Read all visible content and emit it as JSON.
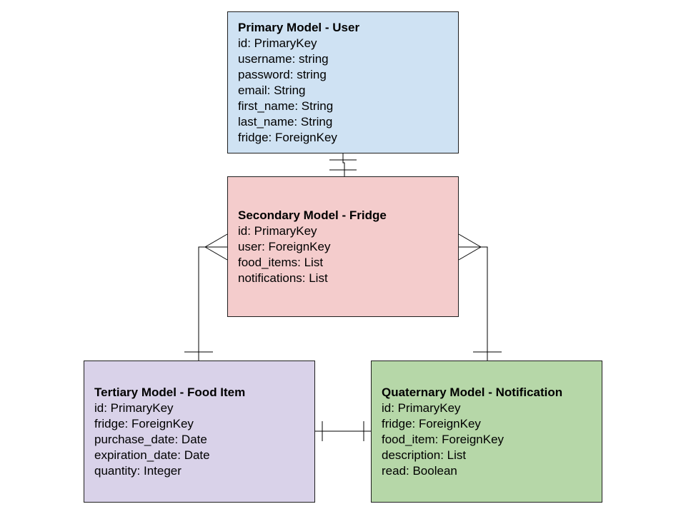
{
  "models": {
    "user": {
      "title": "Primary Model - User",
      "color": "#cfe2f3",
      "fields": [
        "id: PrimaryKey",
        "username: string",
        "password: string",
        "email: String",
        "first_name: String",
        "last_name: String",
        "fridge: ForeignKey"
      ]
    },
    "fridge": {
      "title": "Secondary Model - Fridge",
      "color": "#f4cccc",
      "fields": [
        "id: PrimaryKey",
        "user: ForeignKey",
        "food_items: List",
        "notifications: List"
      ]
    },
    "food_item": {
      "title": "Tertiary Model - Food Item",
      "color": "#d9d2e9",
      "fields": [
        "id: PrimaryKey",
        "fridge: ForeignKey",
        "purchase_date: Date",
        "expiration_date: Date",
        "quantity: Integer"
      ]
    },
    "notification": {
      "title": "Quaternary Model - Notification",
      "color": "#b6d7a8",
      "fields": [
        "id: PrimaryKey",
        "fridge: ForeignKey",
        "food_item: ForeignKey",
        "description: List",
        "read: Boolean"
      ]
    }
  },
  "relationships": [
    {
      "from": "user",
      "to": "fridge",
      "from_end": "one",
      "to_end": "one"
    },
    {
      "from": "fridge",
      "to": "food_item",
      "from_end": "many",
      "to_end": "one"
    },
    {
      "from": "fridge",
      "to": "notification",
      "from_end": "many",
      "to_end": "one"
    },
    {
      "from": "food_item",
      "to": "notification",
      "from_end": "one",
      "to_end": "one"
    }
  ]
}
